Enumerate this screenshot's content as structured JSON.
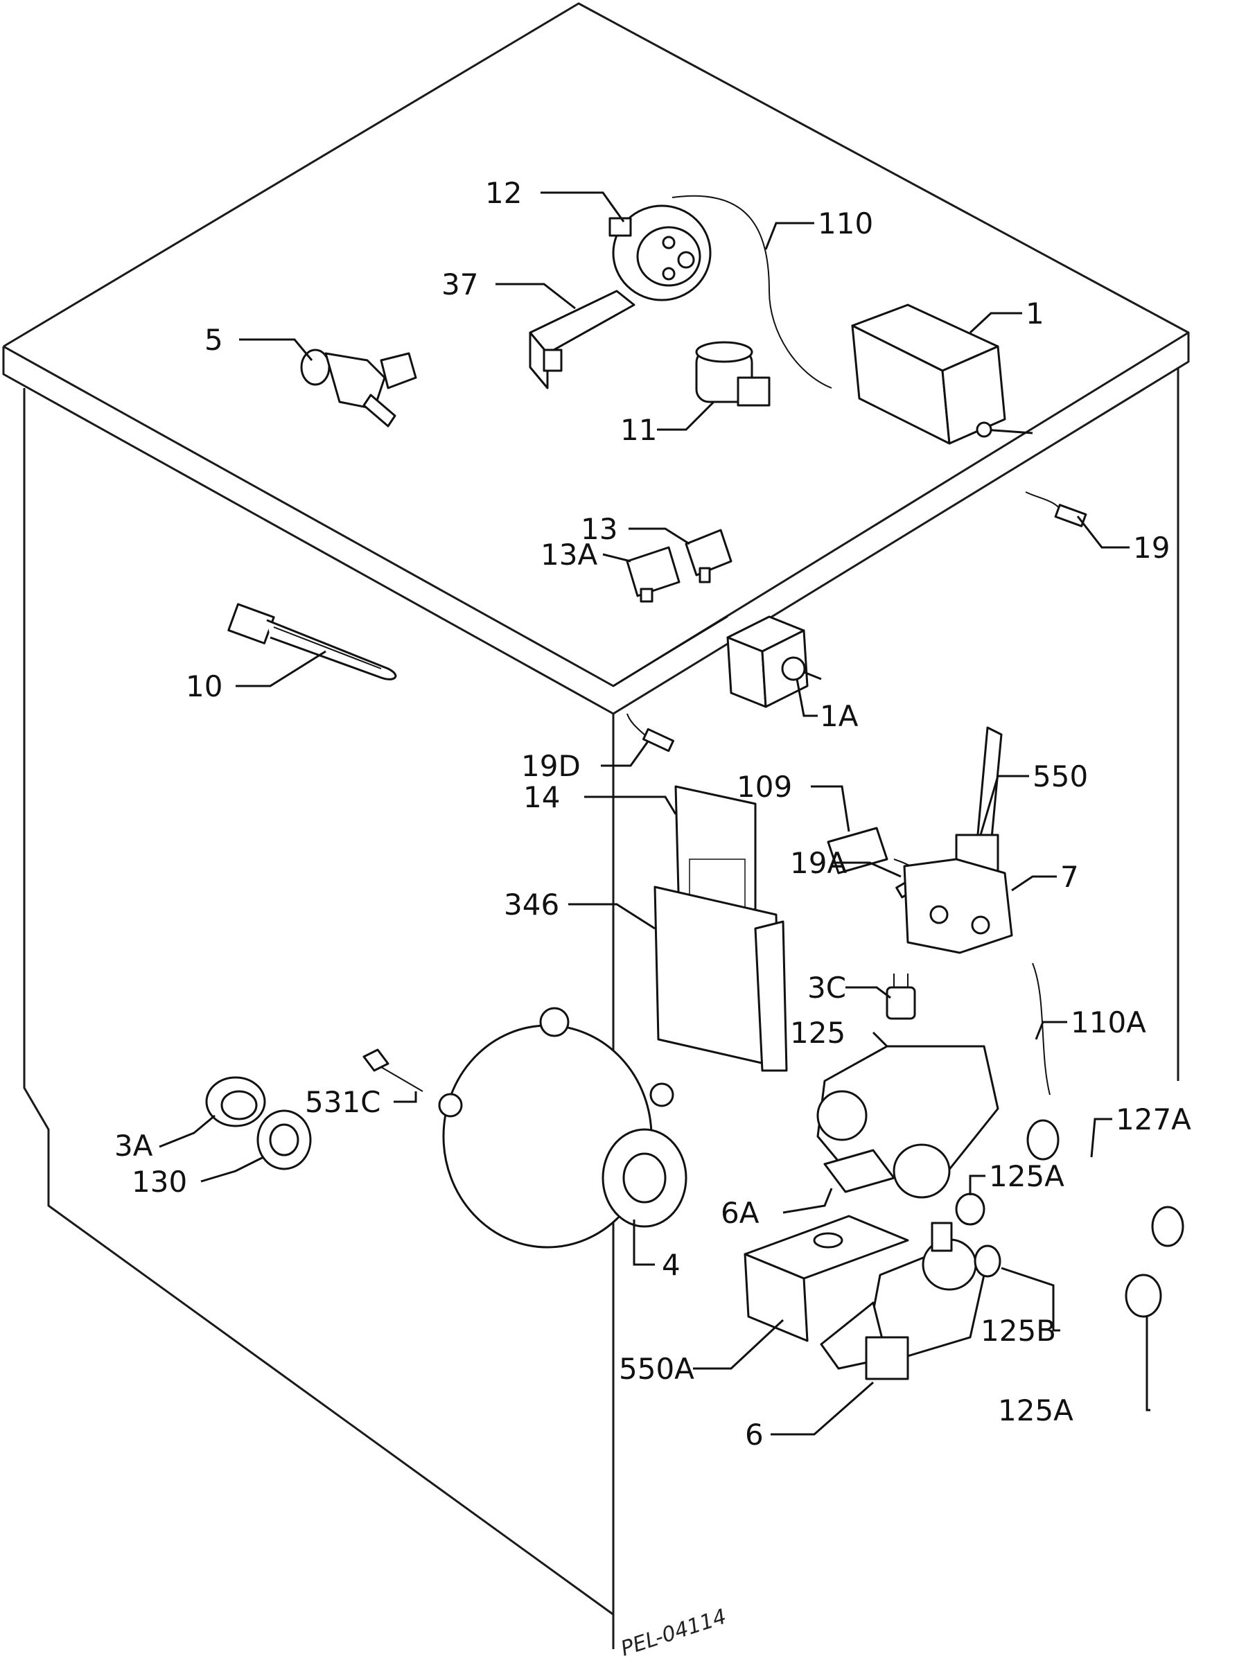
{
  "diagram": {
    "drawing_ref": "PEL-04114",
    "callouts": [
      {
        "id": "12",
        "text": "12"
      },
      {
        "id": "110",
        "text": "110"
      },
      {
        "id": "37",
        "text": "37"
      },
      {
        "id": "5",
        "text": "5"
      },
      {
        "id": "1",
        "text": "1"
      },
      {
        "id": "11",
        "text": "11"
      },
      {
        "id": "19",
        "text": "19"
      },
      {
        "id": "13",
        "text": "13"
      },
      {
        "id": "13A",
        "text": "13A"
      },
      {
        "id": "10",
        "text": "10"
      },
      {
        "id": "1A",
        "text": "1A"
      },
      {
        "id": "19D",
        "text": "19D"
      },
      {
        "id": "550",
        "text": "550"
      },
      {
        "id": "109",
        "text": "109"
      },
      {
        "id": "14",
        "text": "14"
      },
      {
        "id": "19A",
        "text": "19A"
      },
      {
        "id": "7",
        "text": "7"
      },
      {
        "id": "346",
        "text": "346"
      },
      {
        "id": "3C",
        "text": "3C"
      },
      {
        "id": "110A",
        "text": "110A"
      },
      {
        "id": "125",
        "text": "125"
      },
      {
        "id": "531C",
        "text": "531C"
      },
      {
        "id": "127A",
        "text": "127A"
      },
      {
        "id": "3A",
        "text": "3A"
      },
      {
        "id": "125A_upper",
        "text": "125A"
      },
      {
        "id": "130",
        "text": "130"
      },
      {
        "id": "6A",
        "text": "6A"
      },
      {
        "id": "4",
        "text": "4"
      },
      {
        "id": "125B",
        "text": "125B"
      },
      {
        "id": "550A",
        "text": "550A"
      },
      {
        "id": "6",
        "text": "6"
      },
      {
        "id": "125A_lower",
        "text": "125A"
      }
    ]
  }
}
